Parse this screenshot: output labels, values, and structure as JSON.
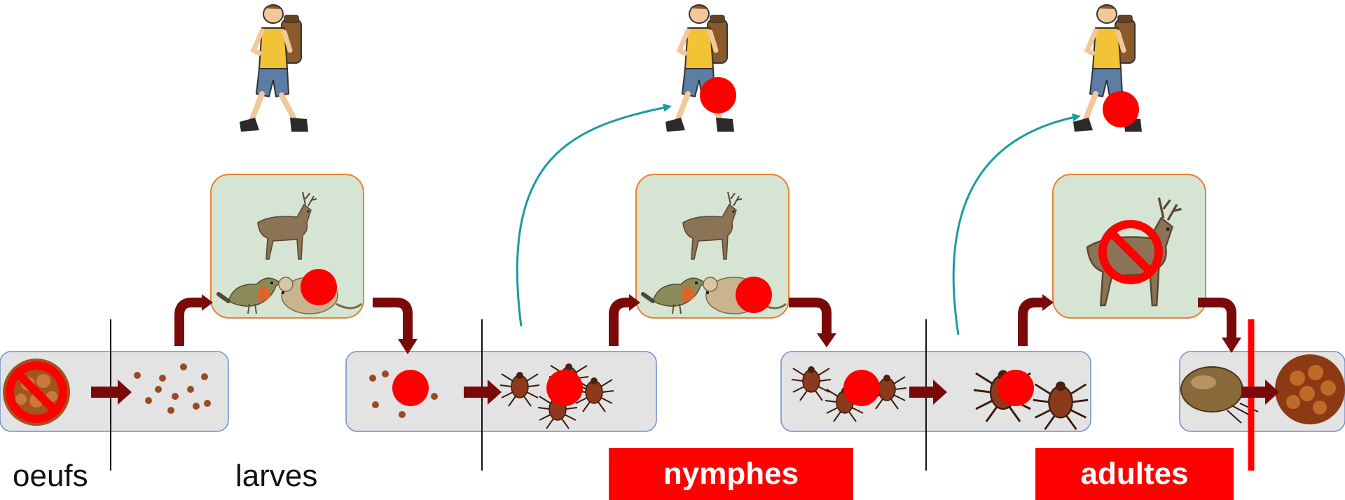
{
  "stages": {
    "eggs": "oeufs",
    "larvae": "larves",
    "nymphs": "nymphes",
    "adults": "adultes"
  },
  "colors": {
    "host_box_fill": "#d6e4d3",
    "host_box_border": "#e8822e",
    "strip_fill": "#e3e3e3",
    "strip_border": "#6f8fc8",
    "step_arrow": "#7a0a0a",
    "human_transmission_arrow": "#1a9ca0",
    "infection_marker": "#ff0000",
    "banner_fill": "#ff0000"
  },
  "icons": [
    "hiker-icon",
    "deer-icon",
    "robin-icon",
    "mouse-icon",
    "tick-icon",
    "engorged-tick-icon",
    "egg-mass-icon",
    "prohibited-icon",
    "infection-dot-icon"
  ]
}
